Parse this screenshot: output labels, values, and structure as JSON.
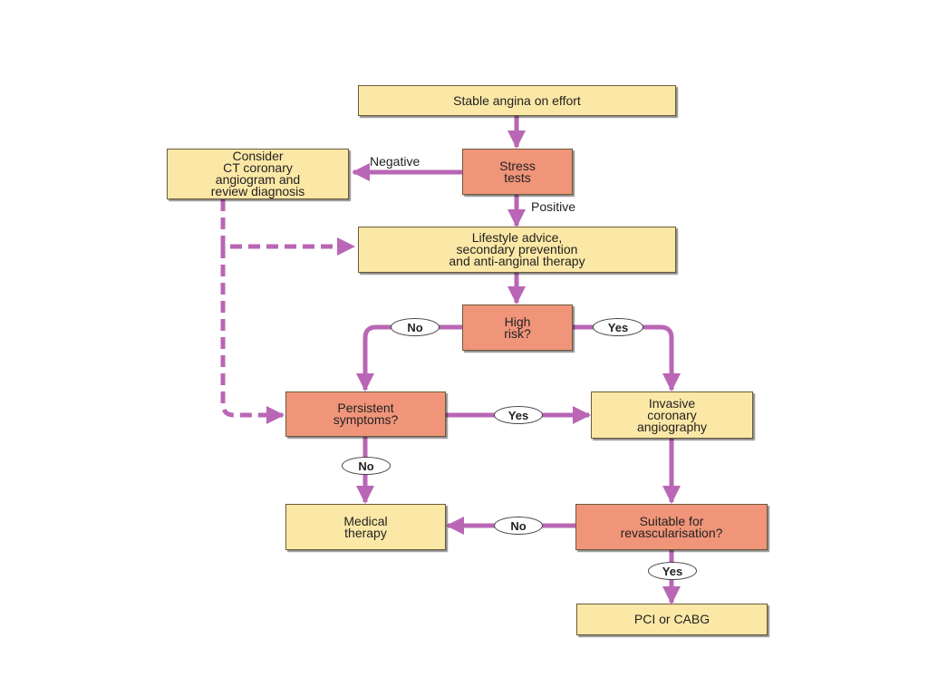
{
  "nodes": {
    "stable_angina": "Stable angina on effort",
    "stress_tests": "Stress\ntests",
    "consider_ct": "Consider\nCT coronary\nangiogram and\nreview diagnosis",
    "lifestyle": "Lifestyle advice,\nsecondary prevention\nand anti-anginal therapy",
    "high_risk": "High\nrisk?",
    "persistent_symptoms": "Persistent\nsymptoms?",
    "invasive_angiography": "Invasive\ncoronary\nangiography",
    "medical_therapy": "Medical\ntherapy",
    "suitable_revasc": "Suitable for\nrevascularisation?",
    "pci_cabg": "PCI or CABG"
  },
  "edge_labels": {
    "negative": "Negative",
    "positive": "Positive",
    "no_high_risk": "No",
    "yes_high_risk": "Yes",
    "yes_persistent": "Yes",
    "no_persistent": "No",
    "no_suitable": "No",
    "yes_suitable": "Yes"
  },
  "colors": {
    "arrow": "#b966b5",
    "yellow_box": "#fce8a6",
    "salmon_box": "#f0957a"
  }
}
